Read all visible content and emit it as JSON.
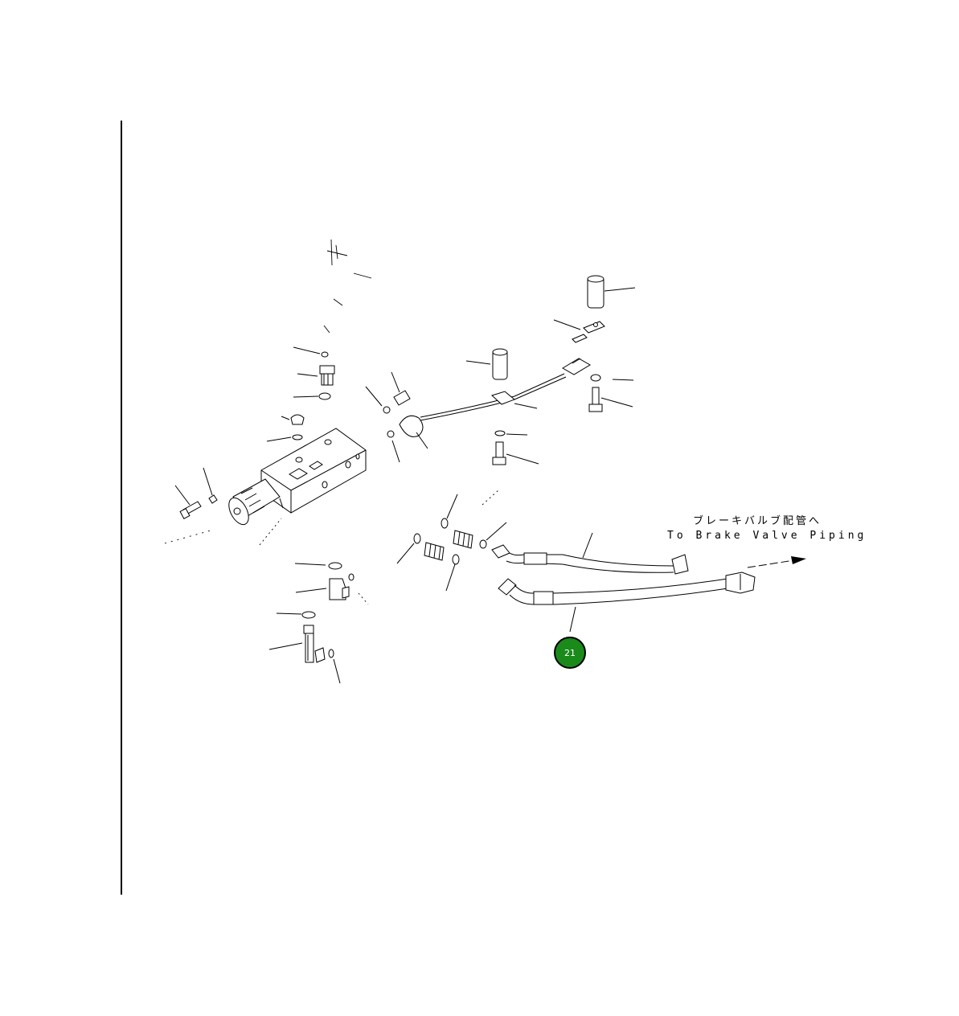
{
  "diagram": {
    "destination_label_jp": "ブレーキバルブ配管へ",
    "destination_label_en": "To Brake Valve Piping",
    "callout": {
      "number": "21",
      "color": "#1a8a1a"
    }
  }
}
